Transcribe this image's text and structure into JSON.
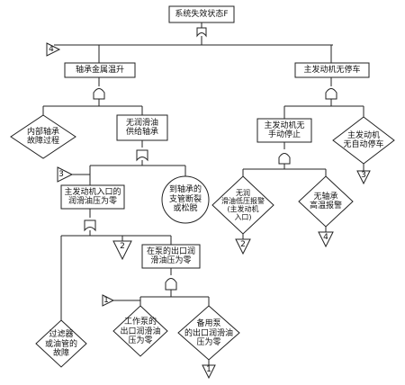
{
  "top_event": "系统失效状态F",
  "nodes": {
    "bearing_overheat": "轴承金属温升",
    "main_engine_no_stop": "主发动机无停车",
    "internal_bearing_fault": "内部轴承\n故障过程",
    "no_lube_supply": "无润滑油\n供给轴承",
    "no_manual_stop": "主发动机无\n手动停止",
    "no_auto_stop": "主发动机\n无自动停车",
    "inlet_pressure_zero": "主发动机入口的\n润滑油压为零",
    "pipe_break": "到轴承的\n支管断裂\n或松脱",
    "low_pressure_alarm_none": "无润\n滑油低压报警\n(主发动机\n入口)",
    "high_temp_alarm_none": "无轴承\n高温报警",
    "pump_outlet_zero": "在泵的出口润\n滑油压为零",
    "filter_fault": "过滤器\n或油管的\n故障",
    "working_pump_zero": "工作泵的\n出口润滑油\n压为零",
    "standby_pump_zero": "备用泵\n的出口润滑油\n压为零"
  },
  "transfers": {
    "t_top_left": "4",
    "t_mid_left": "3",
    "t_mid_center": "2",
    "t_low_left": "1",
    "t_bottom": "1",
    "t_alarm_low": "2",
    "t_alarm_high": "4",
    "t_auto_stop": "3"
  }
}
